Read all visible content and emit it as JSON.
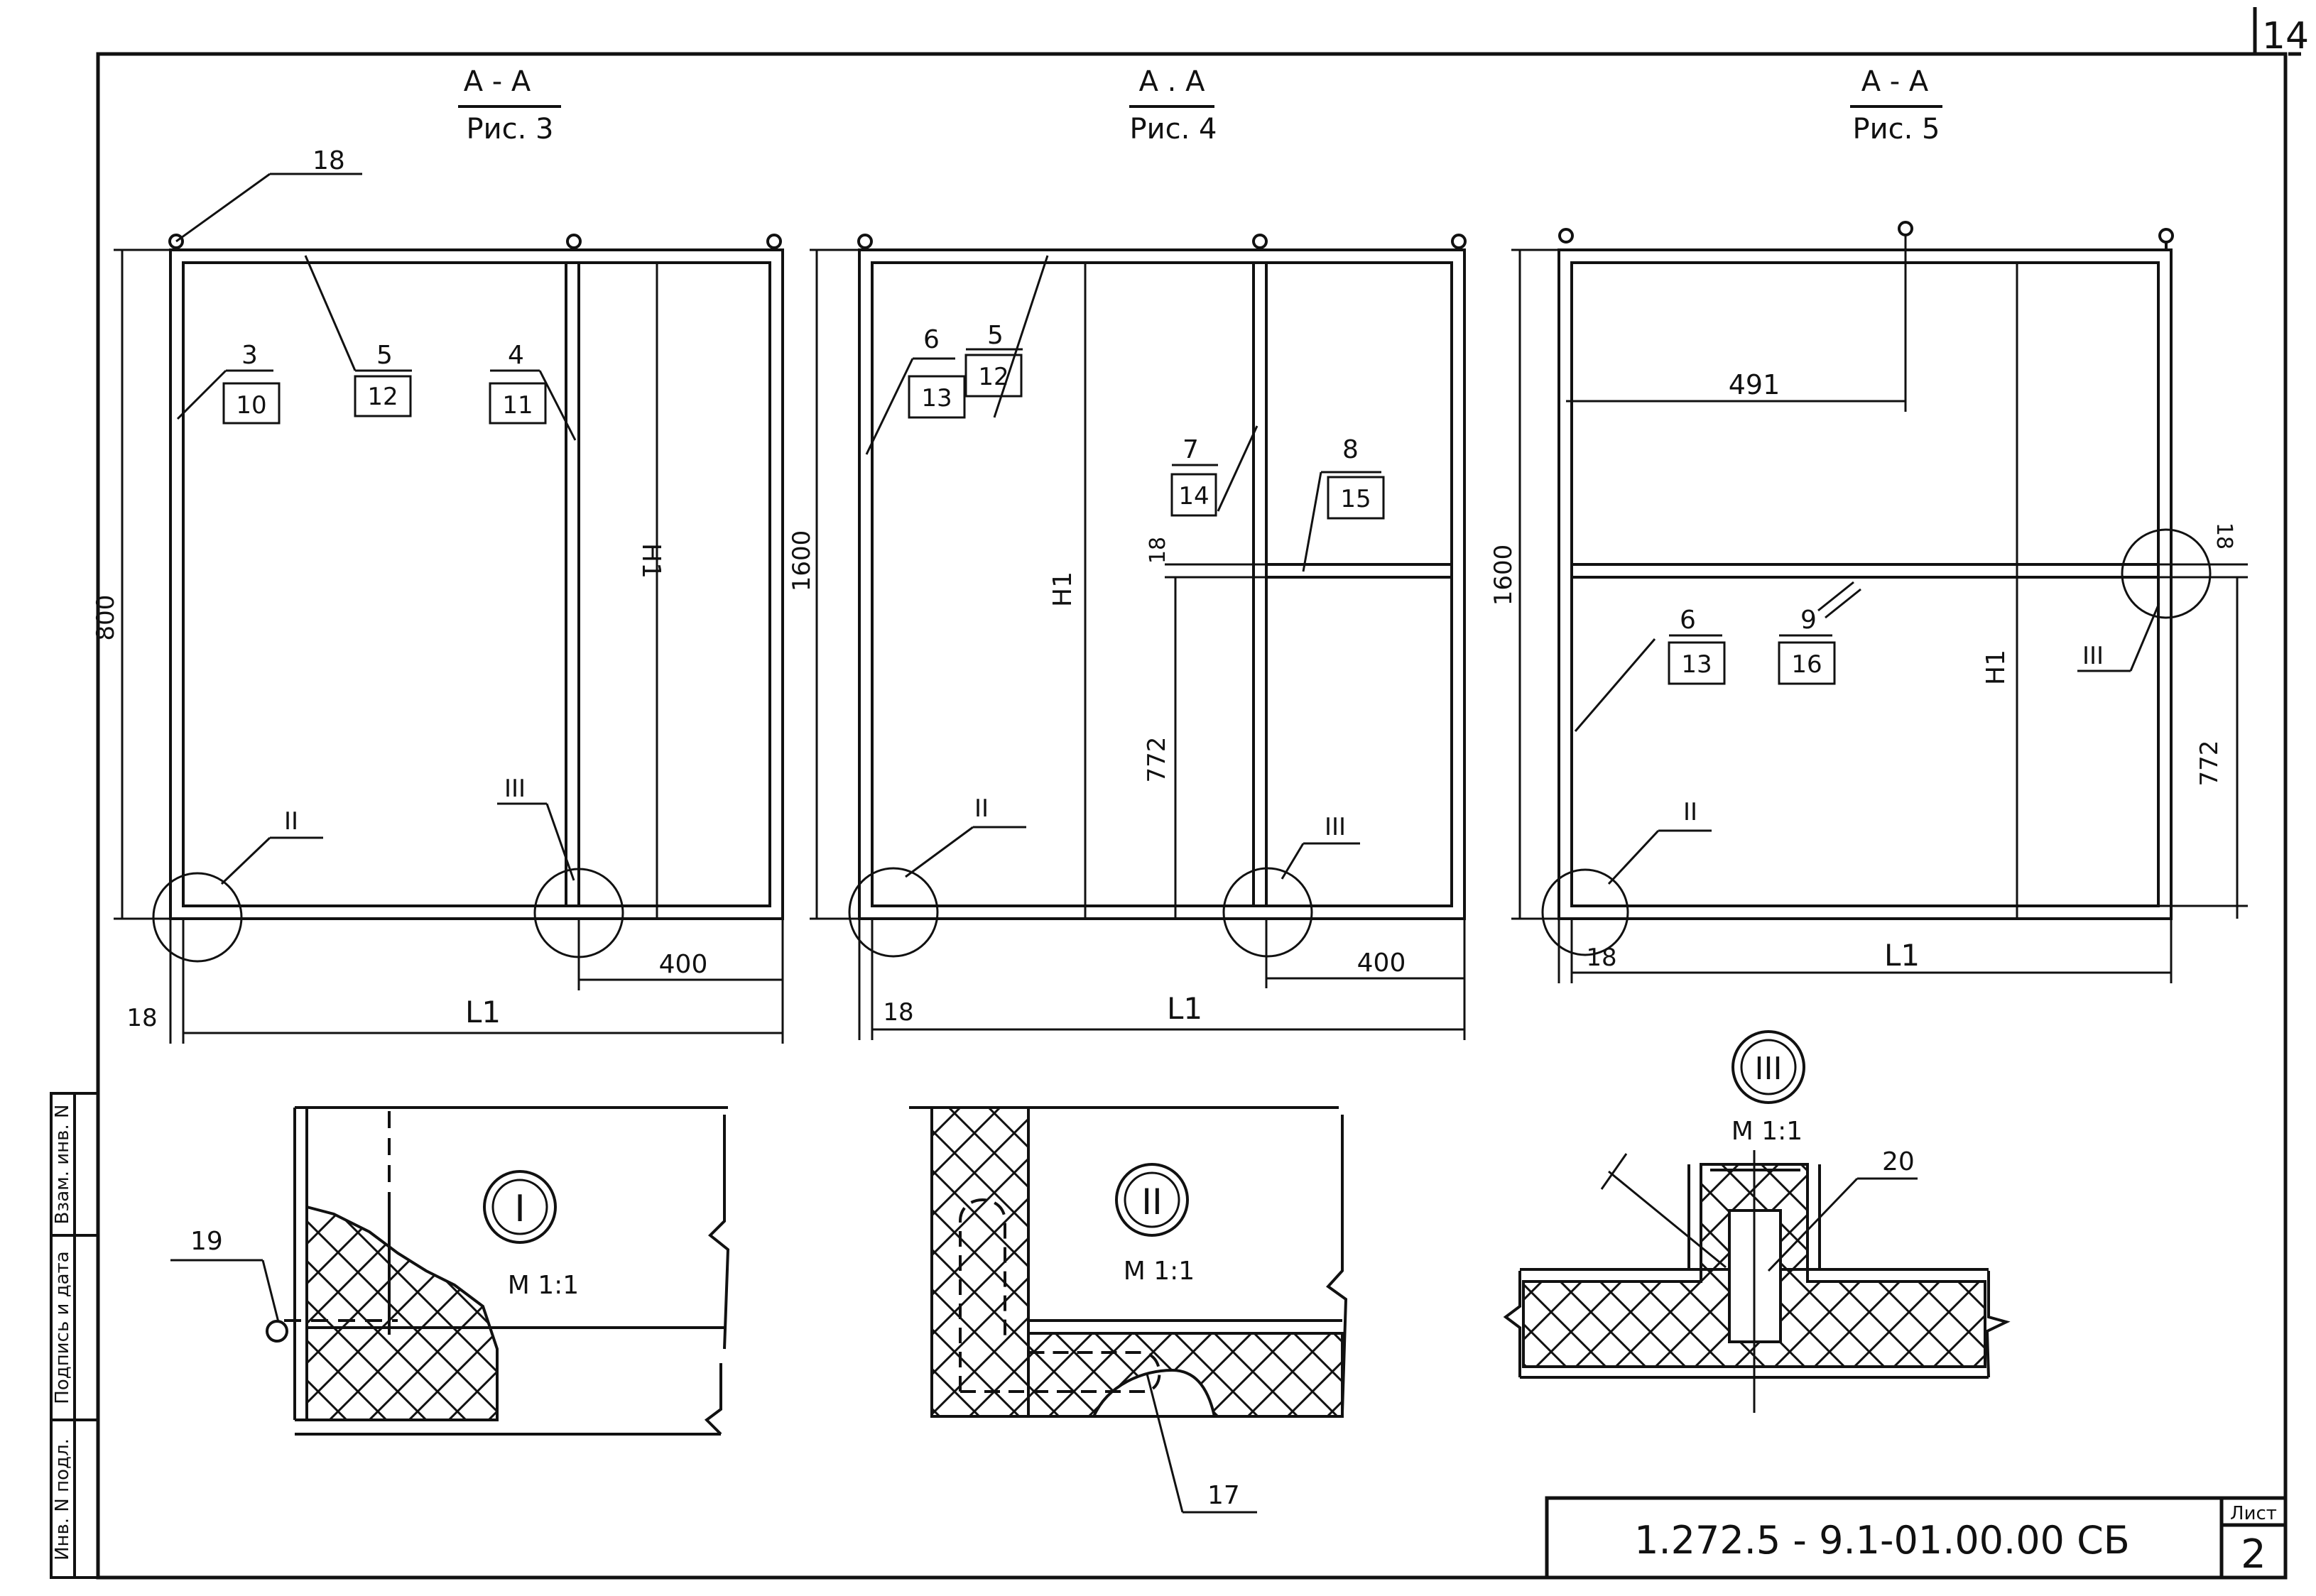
{
  "page_number": "14",
  "views": [
    {
      "section": "А - А",
      "figure": "Рис. 3"
    },
    {
      "section": "А . А",
      "figure": "Рис. 4"
    },
    {
      "section": "А - А",
      "figure": "Рис. 5"
    }
  ],
  "dimensions": {
    "h_800": "800",
    "h_1600": "1600",
    "h1": "H1",
    "l1": "L1",
    "d18": "18",
    "d400": "400",
    "d772": "772",
    "d491": "491"
  },
  "callouts": {
    "c3": "3",
    "c10": "10",
    "c5": "5",
    "c12": "12",
    "c4": "4",
    "c11": "11",
    "c6": "6",
    "c13": "13",
    "c7": "7",
    "c14": "14",
    "c8": "8",
    "c15": "15",
    "c9": "9",
    "c16": "16",
    "c17": "17",
    "c18": "18",
    "c19": "19",
    "c20": "20"
  },
  "detail_marks": {
    "I": "I",
    "II": "II",
    "III": "III"
  },
  "details": {
    "scale": "М 1:1"
  },
  "side_stamp": [
    "Инв. N подл.",
    "Подпись и дата",
    "Взам. инв. N"
  ],
  "title_block": {
    "designation": "1.272.5 - 9.1-01.00.00 СБ",
    "sheet_label": "Лист",
    "sheet_number": "2"
  }
}
